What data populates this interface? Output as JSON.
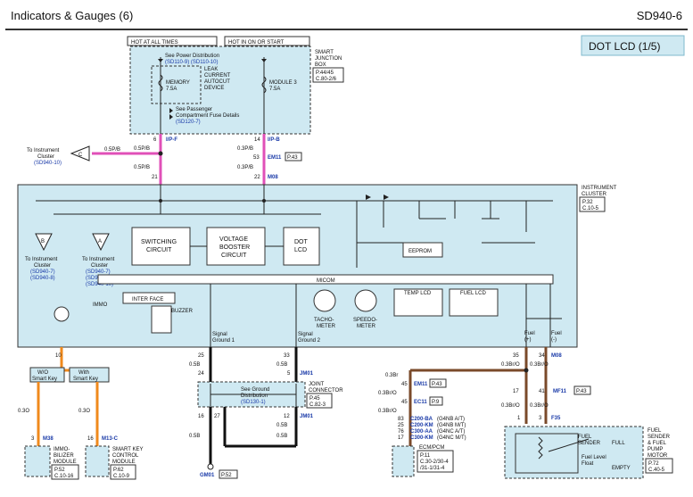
{
  "header": {
    "title": "Indicators & Gauges (6)",
    "code": "SD940-6"
  },
  "section_label": "DOT LCD (1/5)",
  "junction_box": {
    "hot_at_all_times": "HOT AT ALL TIMES",
    "hot_in_on_or_start": "HOT IN ON OR START",
    "see_power_dist": "See Power Distribution",
    "see_power_dist_ref": "(SD110-9) (SD110-10)",
    "leak_current_1": "LEAK",
    "leak_current_2": "CURRENT",
    "leak_current_3": "AUTOCUT",
    "leak_current_4": "DEVICE",
    "memory_fuse": "MEMORY",
    "memory_amp": "7.5A",
    "module3_fuse": "MODULE 3",
    "module3_amp": "7.5A",
    "see_passenger_1": "See Passenger",
    "see_passenger_2": "Compartment Fuse Details",
    "see_passenger_ref": "(SD120-7)",
    "name_1": "SMART",
    "name_2": "JUNCTION",
    "name_3": "BOX",
    "page_1": "P.44/45",
    "page_2": "C.80-2/6"
  },
  "top_wires": {
    "left_pin": "6",
    "left_conn": "I/P-F",
    "right_pin": "14",
    "right_conn": "I/P-B",
    "wire_05pb_a": "0.5P/B",
    "wire_05pb_b": "0.5P/B",
    "wire_05pb_c": "0.5P/B",
    "wire_03pb_a": "0.3P/B",
    "wire_03pb_b": "0.3P/B",
    "em11_pin": "53",
    "em11": "EM11",
    "em11_page": "P.43",
    "left_bottom_pin": "21",
    "right_bottom_pin": "22",
    "m08": "M08",
    "to_cluster_1": "To Instrument",
    "to_cluster_2": "Cluster",
    "to_cluster_ref": "(SD940-10)",
    "tag_c": "C"
  },
  "cluster": {
    "name_1": "INSTRUMENT",
    "name_2": "CLUSTER",
    "page_1": "P.32",
    "page_2": "C.10-5",
    "tag_b": "B",
    "tag_a": "A",
    "to_b_1": "To Instrument",
    "to_b_2": "Cluster",
    "to_b_ref1": "(SD940-7)",
    "to_b_ref2": "(SD940-8)",
    "to_a_1": "To Instrument",
    "to_a_2": "Cluster",
    "to_a_ref1": "(SD940-7)",
    "to_a_ref2": "(SD940-8)",
    "to_a_ref3": "(SD940-10)",
    "switching_1": "SWITCHING",
    "switching_2": "CIRCUIT",
    "voltage_1": "VOLTAGE",
    "voltage_2": "BOOSTER",
    "voltage_3": "CIRCUIT",
    "dot_1": "DOT",
    "dot_2": "LCD",
    "eeprom": "EEPROM",
    "micom": "MICOM",
    "interface": "INTER FACE",
    "immo": "IMMO",
    "buzzer": "BUZZER",
    "tacho_1": "TACHO-",
    "tacho_2": "METER",
    "speedo_1": "SPEEDO-",
    "speedo_2": "METER",
    "temp_lcd": "TEMP LCD",
    "fuel_lcd": "FUEL LCD",
    "sig1_1": "Signal",
    "sig1_2": "Ground 1",
    "sig2_1": "Signal",
    "sig2_2": "Ground 2",
    "fuel_p_1": "Fuel",
    "fuel_p_2": "(+)",
    "fuel_m_1": "Fuel",
    "fuel_m_2": "(-)"
  },
  "lower_left": {
    "pin10": "10",
    "wo_1": "W/O",
    "wo_2": "Smart Key",
    "with_1": "With",
    "with_2": "Smart Key",
    "wire_a": "0.3O",
    "wire_b": "0.3O",
    "pin3": "3",
    "m38": "M38",
    "pin16": "16",
    "m13c": "M13-C",
    "immo_1": "IMMO-",
    "immo_2": "BILIZER",
    "immo_3": "MODULE",
    "immo_p1": "P.52",
    "immo_p2": "C.10-16",
    "skey_1": "SMART KEY",
    "skey_2": "CONTROL",
    "skey_3": "MODULE",
    "skey_p1": "P.62",
    "skey_p2": "C.10-9"
  },
  "ground": {
    "pin25": "25",
    "pin33": "33",
    "w05b_a": "0.5B",
    "w05b_b": "0.5B",
    "w05b_c": "0.5B",
    "w05b_d": "0.5B",
    "w05b_e": "0.5B",
    "pin24": "24",
    "pin5": "5",
    "jm01": "JM01",
    "jm01_b": "JM01",
    "jc_1": "JOINT",
    "jc_2": "CONNECTOR",
    "jc_p1": "P.45",
    "jc_p2": "C.82-3",
    "see_ground_1": "See Ground",
    "see_ground_2": "Distribution",
    "see_ground_ref": "(SD130-1)",
    "pin16": "16",
    "pin27": "27",
    "pin12": "12",
    "gm01": "GM01",
    "gm01_page": "P.52"
  },
  "ecm": {
    "w03br_a": "0.3Br",
    "pin45a": "45",
    "em11": "EM11",
    "em11_page": "P.43",
    "w03brO_a": "0.3Br/O",
    "pin45b": "45",
    "ec11": "EC11",
    "ec11_page": "P.9",
    "w03brO_b": "0.3Br/O",
    "rows": [
      {
        "pin": "83",
        "conn": "C200-BA",
        "desc": "(G4NB A/T)"
      },
      {
        "pin": "25",
        "conn": "C200-KM",
        "desc": "(G4NB M/T)"
      },
      {
        "pin": "76",
        "conn": "C300-AA",
        "desc": "(G4NC A/T)"
      },
      {
        "pin": "17",
        "conn": "C300-KM",
        "desc": "(G4NC M/T)"
      }
    ],
    "name": "ECM/PCM",
    "page_1": "P.11",
    "page_2": "C.30-2/30-4",
    "page_3": "/31-1/31-4"
  },
  "fuel": {
    "pin35": "35",
    "pin34": "34",
    "m08": "M08",
    "w03brO_a": "0.3Br/O",
    "w03brO_b": "0.3Br/O",
    "pin17": "17",
    "pin41": "41",
    "mf11": "MF11",
    "mf11_page": "P.43",
    "w03brO_c": "0.3Br/O",
    "w03brO_d": "0.3Br/O",
    "pin1": "1",
    "pin3": "3",
    "f35": "F35",
    "sender": "SENDER",
    "fuel_lbl": "FUEL",
    "full": "FULL",
    "empty": "EMPTY",
    "level_1": "Fuel Level",
    "level_2": "Float",
    "name_1": "FUEL",
    "name_2": "SENDER",
    "name_3": "& FUEL",
    "name_4": "PUMP",
    "name_5": "MOTOR",
    "page_1": "P.72",
    "page_2": "C.40-5"
  }
}
